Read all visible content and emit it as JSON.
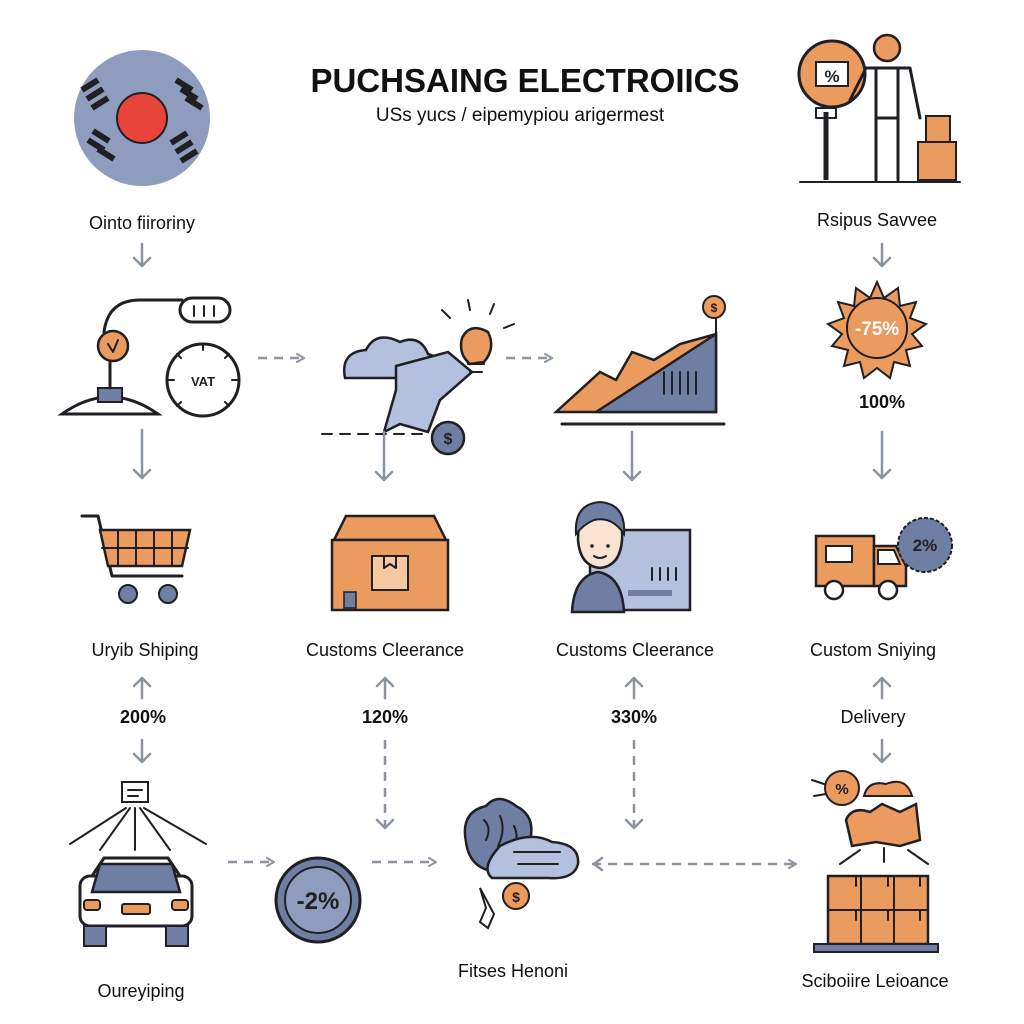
{
  "title": "PUCHSAING ELECTROIICS",
  "subtitle": "USs yucs / eipemypiou arigermest",
  "labels": {
    "origin": "Ointo fiiroriny",
    "service": "Rsipus Savvee",
    "shipping": "Uryib Shiping",
    "customs_1": "Customs Clеerance",
    "customs_2": "Customs Clеerance",
    "custom_shipping": "Custom Sniying",
    "delivery": "Delivery",
    "fitses": "Fitses Henoni",
    "overshipping": "Ourеyiping",
    "scibolire": "Sciboiire Leioance"
  },
  "percents": {
    "service": "100%",
    "shipping": "200%",
    "customs_1": "120%",
    "customs_2": "330%"
  },
  "badges": {
    "sign": "%",
    "gauge": "VAT",
    "sun": "-75%",
    "van": "2%",
    "discount": "-2%",
    "dollar": "$",
    "box_badge": "%"
  },
  "colors": {
    "accent_orange": "#ec9b5e",
    "accent_blue": "#6f7fa3",
    "light_blue": "#b3c1df",
    "flag_red": "#e8443a",
    "ink": "#1f1f24"
  }
}
